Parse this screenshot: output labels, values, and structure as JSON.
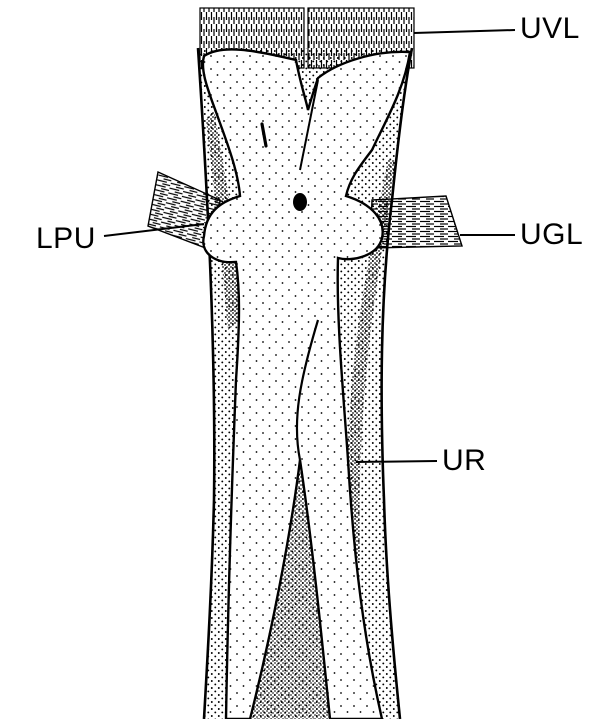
{
  "figure": {
    "labels": {
      "uvl": "UVL",
      "ugl": "UGL",
      "lpu": "LPU",
      "ur": "UR"
    }
  },
  "colors": {
    "ink": "#000000",
    "paper": "#ffffff"
  }
}
